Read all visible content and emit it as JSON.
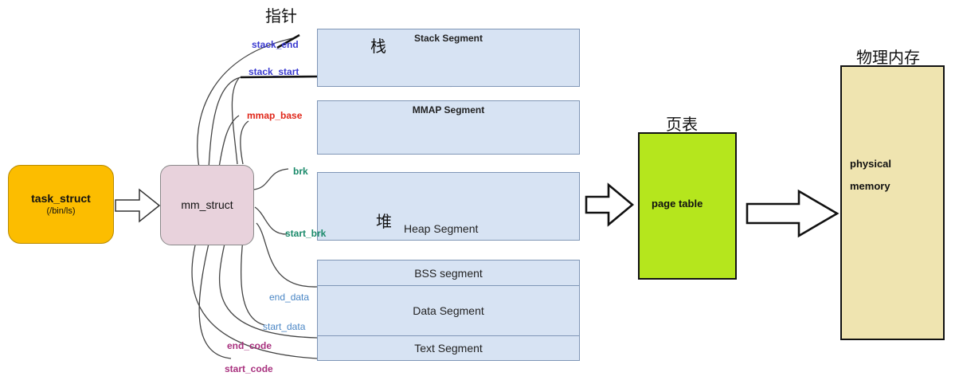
{
  "title_pointer": "指针",
  "task_struct": {
    "name": "task_struct",
    "sub": "(/bin/ls)",
    "color": "#fcbd00"
  },
  "mm_struct": {
    "name": "mm_struct",
    "color": "#e8d2dc"
  },
  "segments": {
    "stack": {
      "label": "Stack Segment",
      "cn": "栈"
    },
    "mmap": {
      "label": "MMAP Segment"
    },
    "heap": {
      "label": "Heap Segment",
      "cn": "堆"
    },
    "bss": {
      "label": "BSS segment"
    },
    "data": {
      "label": "Data Segment"
    },
    "text": {
      "label": "Text Segment"
    }
  },
  "pointers": {
    "stack_end": "stack_end",
    "stack_start": "stack_start",
    "mmap_base": "mmap_base",
    "brk": "brk",
    "start_brk": "start_brk",
    "end_data": "end_data",
    "start_data": "start_data",
    "end_code": "end_code",
    "start_code": "start_code"
  },
  "page_table": {
    "cn": "页表",
    "label": "page table",
    "color": "#b5e61d"
  },
  "physical_memory": {
    "cn": "物理内存",
    "line1": "physical",
    "line2": "memory",
    "color": "#efe4b0"
  },
  "colors": {
    "segment_fill": "#d7e3f3",
    "pointer_stack": "#3b3bd0",
    "pointer_mmap": "#e0281b",
    "pointer_heap": "#1a8a6a",
    "pointer_data": "#4a86c5",
    "pointer_code": "#a8317e"
  }
}
